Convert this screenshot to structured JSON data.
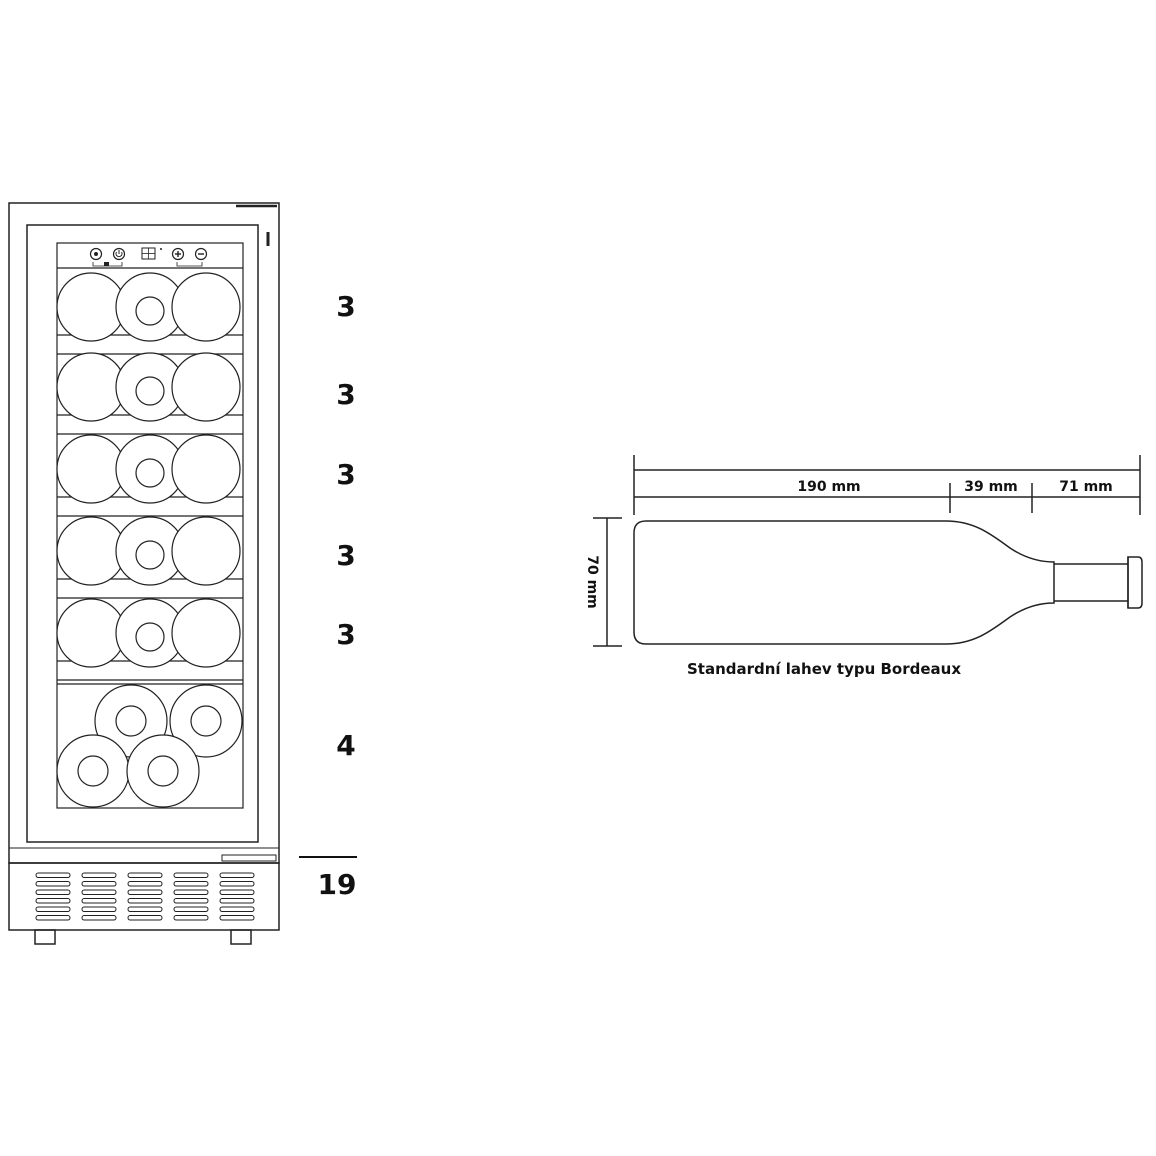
{
  "cooler": {
    "shelves": [
      {
        "capacity": "3",
        "layout": "row3"
      },
      {
        "capacity": "3",
        "layout": "row3"
      },
      {
        "capacity": "3",
        "layout": "row3"
      },
      {
        "capacity": "3",
        "layout": "row3"
      },
      {
        "capacity": "3",
        "layout": "row3"
      },
      {
        "capacity": "4",
        "layout": "stack4"
      }
    ],
    "total": "19",
    "control_icons": [
      "light-icon",
      "power-icon",
      "display-icon",
      "plus-icon",
      "minus-icon"
    ]
  },
  "bottle": {
    "dimensions": {
      "body": "190 mm",
      "shoulder": "39 mm",
      "neck": "71 mm",
      "diameter": "70 mm"
    },
    "caption": "Standardní lahev typu Bordeaux"
  }
}
